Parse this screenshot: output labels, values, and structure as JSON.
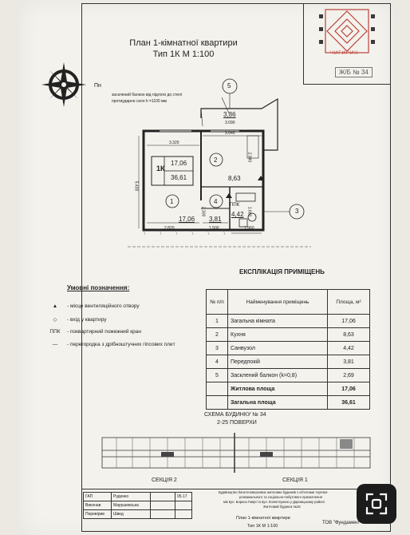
{
  "header": {
    "title_line1": "План 1-кімнатної квартири",
    "title_line2": "Тип 1К  М 1:100",
    "compass_label": "Пн",
    "corner_badge": "Ж/Б № 34",
    "logo_caption": "ЧИГИРИН"
  },
  "plan": {
    "balcony_note_line1": "засклений балкон від підлоги до стелі",
    "balcony_note_line2": "протиударне скло h =1100 мм",
    "apartment_type": "1К",
    "living_area": "17,06",
    "total_area": "36,61",
    "rooms": [
      {
        "num": "1",
        "area": "17,06"
      },
      {
        "num": "2",
        "area": "8,63"
      },
      {
        "num": "3",
        "area": "4,42"
      },
      {
        "num": "4",
        "area": "3,81"
      },
      {
        "num": "5",
        "area": "3,36"
      }
    ],
    "ppk_label": "ППК",
    "dims": {
      "d3320": "3.320",
      "d3040": "3.040",
      "d3090": "3.090",
      "d2820": "2.820",
      "d1500": "1.500",
      "d1960": "1.960",
      "d5400": "5.400",
      "d2940": "2.940",
      "d2300": "2.300",
      "d1600": "1.600"
    }
  },
  "legend": {
    "title": "Умовні позначення:",
    "items": [
      {
        "symbol": "▲",
        "text": "- місце вентиляційного отвору"
      },
      {
        "symbol": "◇",
        "text": "- вхід у квартиру"
      },
      {
        "symbol": "ППК",
        "text": "- поквартирний пожежний кран"
      },
      {
        "symbol": "—",
        "text": "- перегородка з дрібноштучних гіпсових плит"
      }
    ]
  },
  "explication": {
    "title": "ЕКСПЛІКАЦІЯ ПРИМІЩЕНЬ",
    "headers": [
      "№ п/п",
      "Найменування приміщень",
      "Площа, м²"
    ],
    "rows": [
      {
        "num": "1",
        "name": "Загальна кімната",
        "area": "17,06"
      },
      {
        "num": "2",
        "name": "Кухня",
        "area": "8,63"
      },
      {
        "num": "3",
        "name": "Санвузол",
        "area": "4,42"
      },
      {
        "num": "4",
        "name": "Передпокій",
        "area": "3,81"
      },
      {
        "num": "5",
        "name": "Засклений балкон (k=0,8)",
        "area": "2,69"
      }
    ],
    "totals": [
      {
        "name": "Житлова площа",
        "area": "17,06"
      },
      {
        "name": "Загальна площа",
        "area": "36,61"
      }
    ]
  },
  "scheme": {
    "title_line1": "СХЕМА БУДИНКУ № 34",
    "title_line2": "2-25 ПОВЕРХИ",
    "section2": "СЕКЦІЯ  2",
    "section1": "СЕКЦІЯ  1"
  },
  "stamp": {
    "rows": [
      {
        "role": "ГАП",
        "name": "Руденко",
        "date": "05.17"
      },
      {
        "role": "Виконав",
        "name": "Марушевська",
        "date": ""
      },
      {
        "role": "Перевірив",
        "name": "Швед",
        "date": ""
      }
    ],
    "project_line1": "Будівництво багатоповерхових житлових будинків з об'єктами торгово-",
    "project_line2": "розважального та соціально-побутового призначення",
    "project_line3": "мік вул. Бориса Гмирі та вул. Колекторною у Дарницькому районі",
    "project_line4": "Житловий будинок №34",
    "sheet_line1": "План 1-кімнатної квартири",
    "sheet_line2": "Тип 1К  М 1:100",
    "company": "ТОВ \"Фундамент\""
  },
  "colors": {
    "paper": "#f4f2ed",
    "ink": "#222222",
    "logo_red": "#b8433a"
  }
}
